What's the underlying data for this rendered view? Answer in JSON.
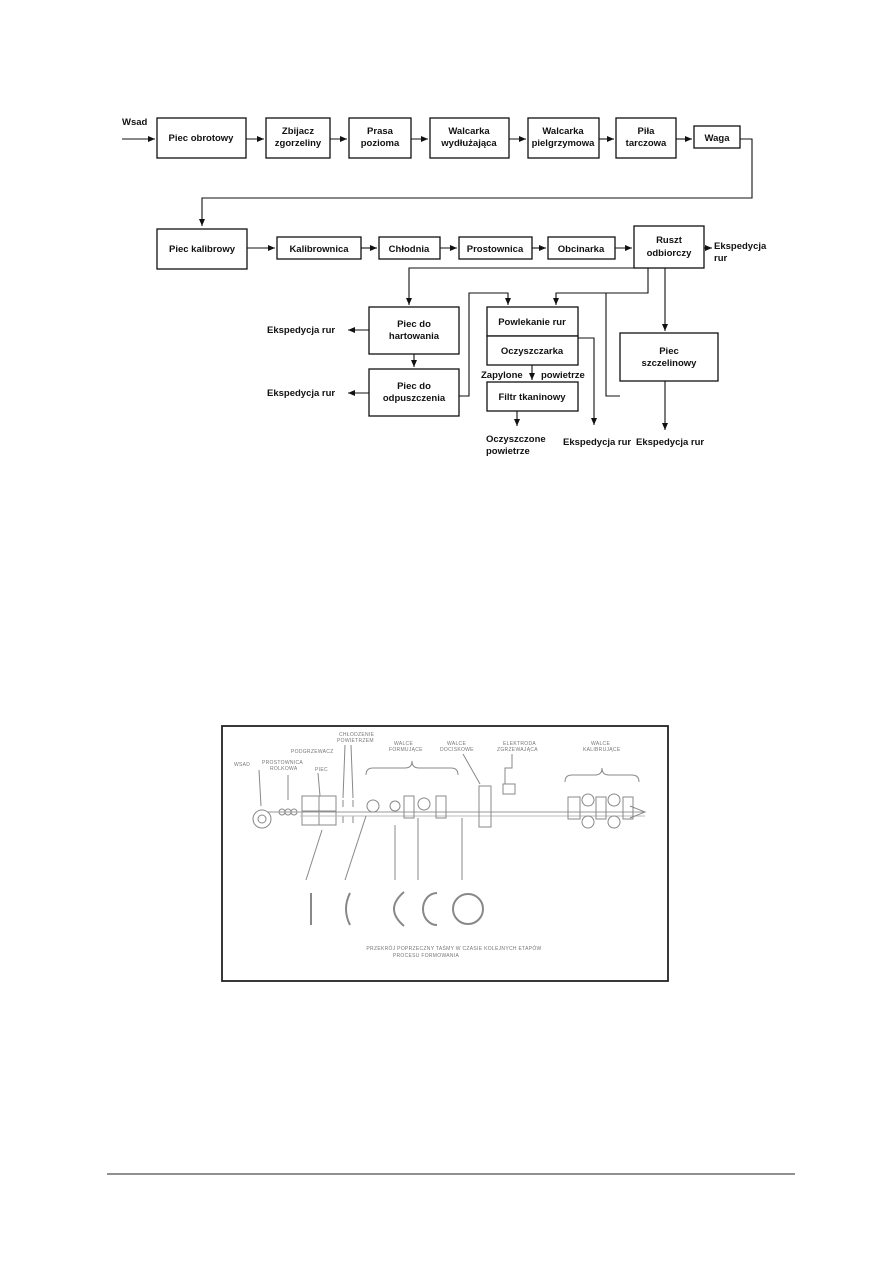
{
  "flow": {
    "input_label": "Wsad",
    "row1": [
      "Piec obrotowy",
      [
        "Zbijacz",
        "zgorzeliny"
      ],
      [
        "Prasa",
        "pozioma"
      ],
      [
        "Walcarka",
        "wydłużająca"
      ],
      [
        "Walcarka",
        "pielgrzymowa"
      ],
      [
        "Piła",
        "tarczowa"
      ],
      "Waga"
    ],
    "row2": [
      "Piec kalibrowy",
      "Kalibrownica",
      "Chłodnia",
      "Prostownica",
      "Obcinarka",
      [
        "Ruszt",
        "odbiorczy"
      ]
    ],
    "hartowanie": [
      "Piec do",
      "hartowania"
    ],
    "odpuszczenie": [
      "Piec do",
      "odpuszczenia"
    ],
    "powlekanie": "Powlekanie rur",
    "oczyszczarka": "Oczyszczarka",
    "filtr": "Filtr tkaninowy",
    "szczelinowy": [
      "Piec",
      "szczelinowy"
    ],
    "ekspedycja_rur": "Ekspedycja rur",
    "ekspedycja_split": [
      "Ekspedycja",
      "rur"
    ],
    "zapylone": "Zapylone",
    "powietrze": "powietrze",
    "oczyszczone": [
      "Oczyszczone",
      "powietrze"
    ]
  },
  "figure2": {
    "labels": {
      "wsad": "WSAD",
      "prostownica": [
        "PROSTOWNICA",
        "ROLKOWA"
      ],
      "podgrzewacz": "PODGRZEWACZ",
      "piec": "PIEC",
      "chlodzenie": [
        "CHŁODZENIE",
        "POWIETRZEM"
      ],
      "walce_formujace": [
        "WALCE",
        "FORMUJĄCE"
      ],
      "walce_dociskowe": [
        "WALCE",
        "DOCISKOWE"
      ],
      "elektroda": [
        "ELEKTRODA",
        "ZGRZEWAJĄCA"
      ],
      "walce_kalibrujace": [
        "WALCE",
        "KALIBRUJĄCE"
      ],
      "caption": [
        "PRZEKRÓJ POPRZECZNY TAŚMY W CZASIE KOLEJNYCH ETAPÓW",
        "PROCESU FORMOWANIA"
      ]
    }
  }
}
